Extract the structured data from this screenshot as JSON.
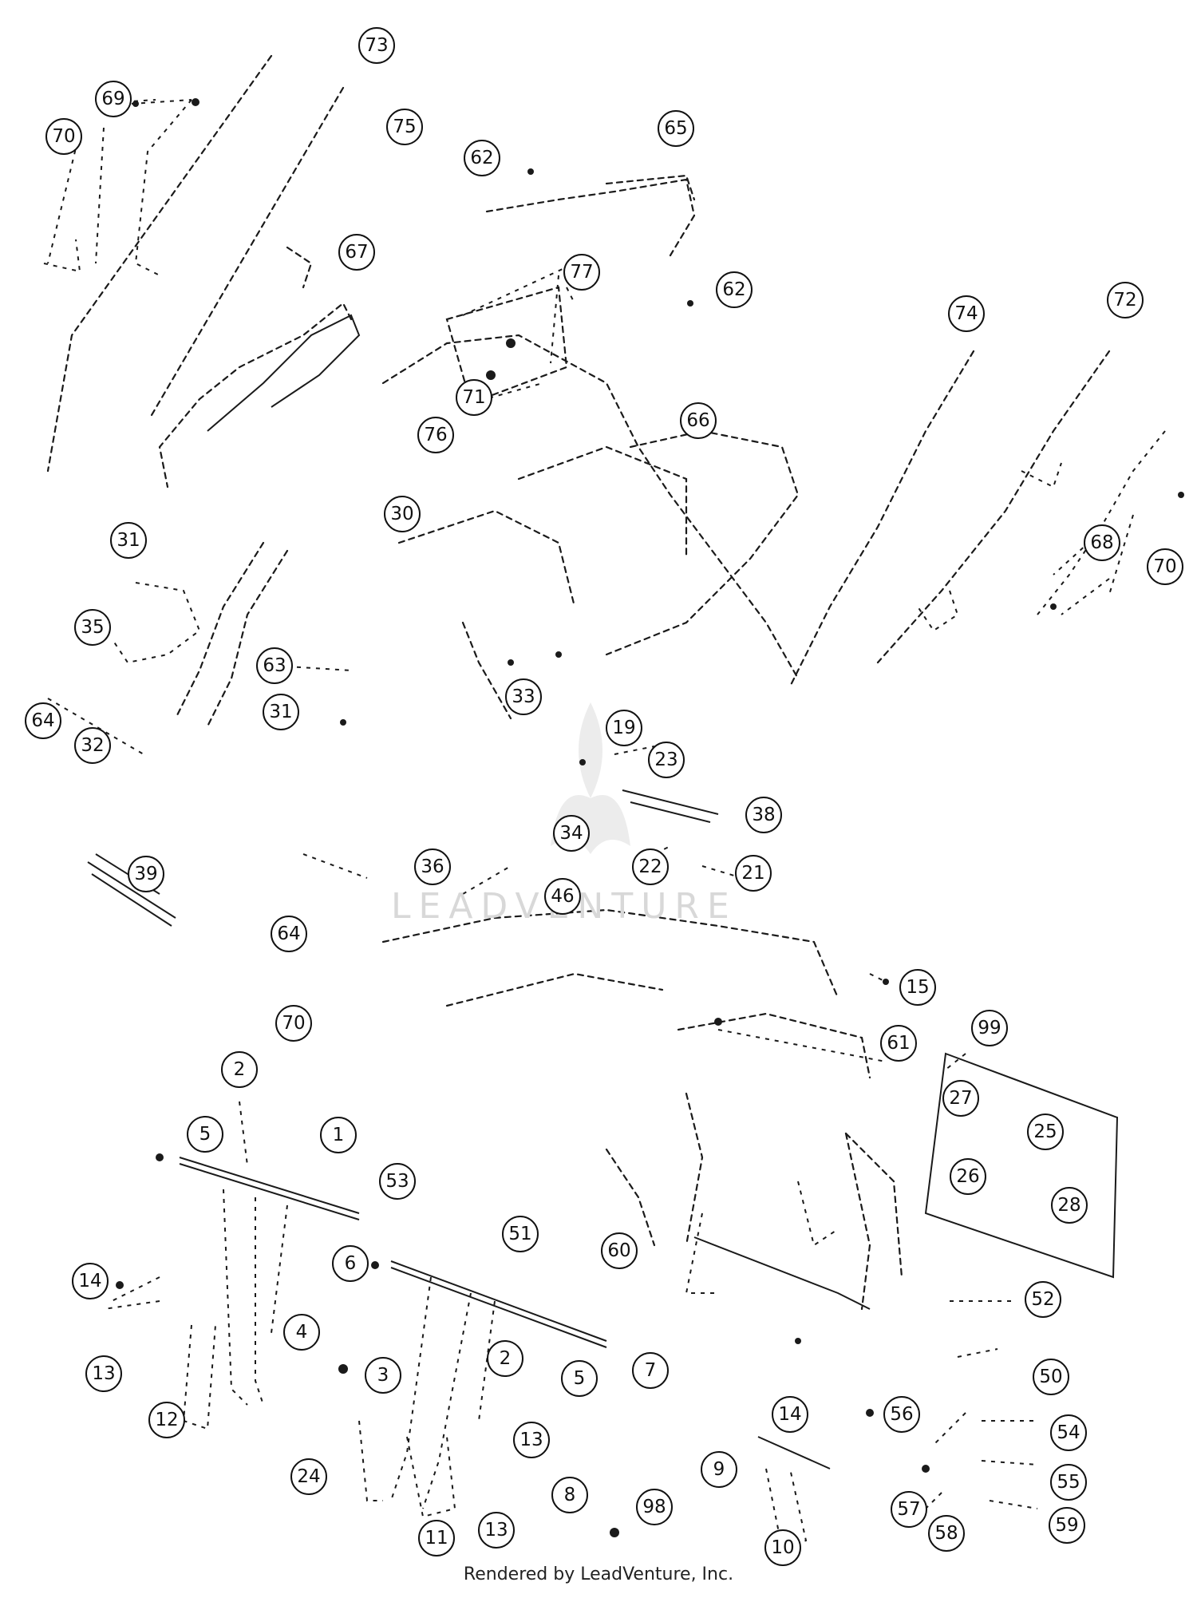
{
  "diagram": {
    "callouts": [
      "73",
      "69",
      "70",
      "75",
      "62",
      "65",
      "67",
      "62",
      "77",
      "74",
      "72",
      "71",
      "76",
      "66",
      "30",
      "31",
      "68",
      "70",
      "35",
      "63",
      "33",
      "31",
      "19",
      "64",
      "32",
      "23",
      "38",
      "34",
      "39",
      "36",
      "22",
      "21",
      "46",
      "64",
      "15",
      "70",
      "99",
      "61",
      "2",
      "1",
      "27",
      "25",
      "5",
      "53",
      "26",
      "28",
      "6",
      "51",
      "60",
      "14",
      "4",
      "52",
      "13",
      "3",
      "2",
      "5",
      "7",
      "50",
      "12",
      "13",
      "14",
      "56",
      "54",
      "24",
      "8",
      "9",
      "98",
      "55",
      "11",
      "13",
      "57",
      "10",
      "58",
      "59"
    ]
  },
  "watermark": {
    "text": "LEADVENTURE"
  },
  "footer": {
    "text": "Rendered by LeadVenture, Inc."
  }
}
